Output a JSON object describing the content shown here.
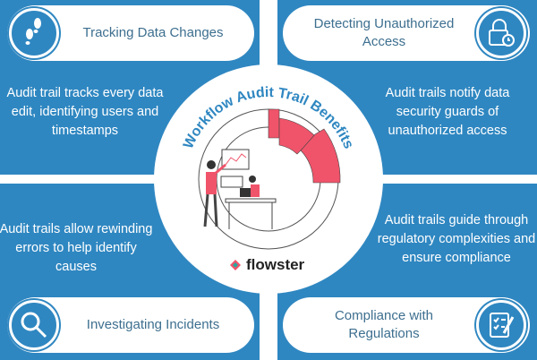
{
  "title": "Workflow Audit Trail Benefits",
  "brand": "flowster",
  "colors": {
    "blue": "#2f87c1",
    "accent": "#f0546a",
    "heading": "#3d6f8f"
  },
  "cards": [
    {
      "heading": "Tracking Data Changes",
      "body": "Audit trail tracks every data edit, identifying users and timestamps",
      "icon": "footprints-icon"
    },
    {
      "heading": "Detecting Unauthorized Access",
      "body": "Audit trails notify data security guards of unauthorized access",
      "icon": "lock-clock-icon"
    },
    {
      "heading": "Investigating Incidents",
      "body": "Audit trails allow rewinding errors to help identify causes",
      "icon": "magnifier-icon"
    },
    {
      "heading": "Compliance with Regulations",
      "body": "Audit trails guide through regulatory complexities and ensure compliance",
      "icon": "checklist-pen-icon"
    }
  ]
}
